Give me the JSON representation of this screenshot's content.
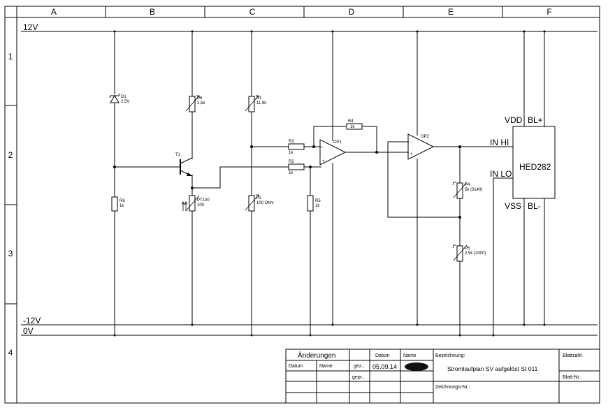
{
  "frame": {
    "columns": [
      "A",
      "B",
      "C",
      "D",
      "E",
      "F"
    ],
    "rows": [
      "1",
      "2",
      "3",
      "4"
    ]
  },
  "rails": {
    "top": "12V",
    "neg": "-12V",
    "gnd": "0V"
  },
  "components": {
    "d1": {
      "name": "D1",
      "value": "2,5V"
    },
    "r6": {
      "name": "R6",
      "value": "1k"
    },
    "p6": {
      "name": "P6",
      "value": "2,5k"
    },
    "t1": {
      "name": "T1"
    },
    "pt100": {
      "name": "PT100",
      "value": "100"
    },
    "p1": {
      "name": "P1",
      "value": "11,9k"
    },
    "p2": {
      "name": "P2",
      "value": "100 Ohm"
    },
    "r3": {
      "name": "R3",
      "value": "1k"
    },
    "r2": {
      "name": "R2",
      "value": "1k"
    },
    "r5": {
      "name": "R5",
      "value": "1k"
    },
    "r4": {
      "name": "R4",
      "value": "1k"
    },
    "op1": {
      "name": "OP1"
    },
    "op2": {
      "name": "OP2"
    },
    "p4": {
      "name": "P4",
      "value": "5k (3140)"
    },
    "p5": {
      "name": "P5",
      "value": "2,5k (2000)"
    },
    "hed": {
      "name": "HED282",
      "vdd": "VDD",
      "blp": "BL+",
      "inhi": "IN HI",
      "inlo": "IN LO",
      "vss": "VSS",
      "blm": "BL-"
    }
  },
  "title_block": {
    "changes": "Änderungen",
    "datum": "Datum",
    "name": "Name",
    "gez": "gez.:",
    "gepr": "gepr.:",
    "gez_date": "05.09.14",
    "bezeichnung_label": "Bezeichnung:",
    "bezeichnung": "Stromlaufplan SV aufgelöst St 011",
    "zeichnungs_nr": "Zeichnungs-Nr.:",
    "blattzahl": "Blattzahl:",
    "blatt_nr": "Blatt-Nr.:"
  }
}
